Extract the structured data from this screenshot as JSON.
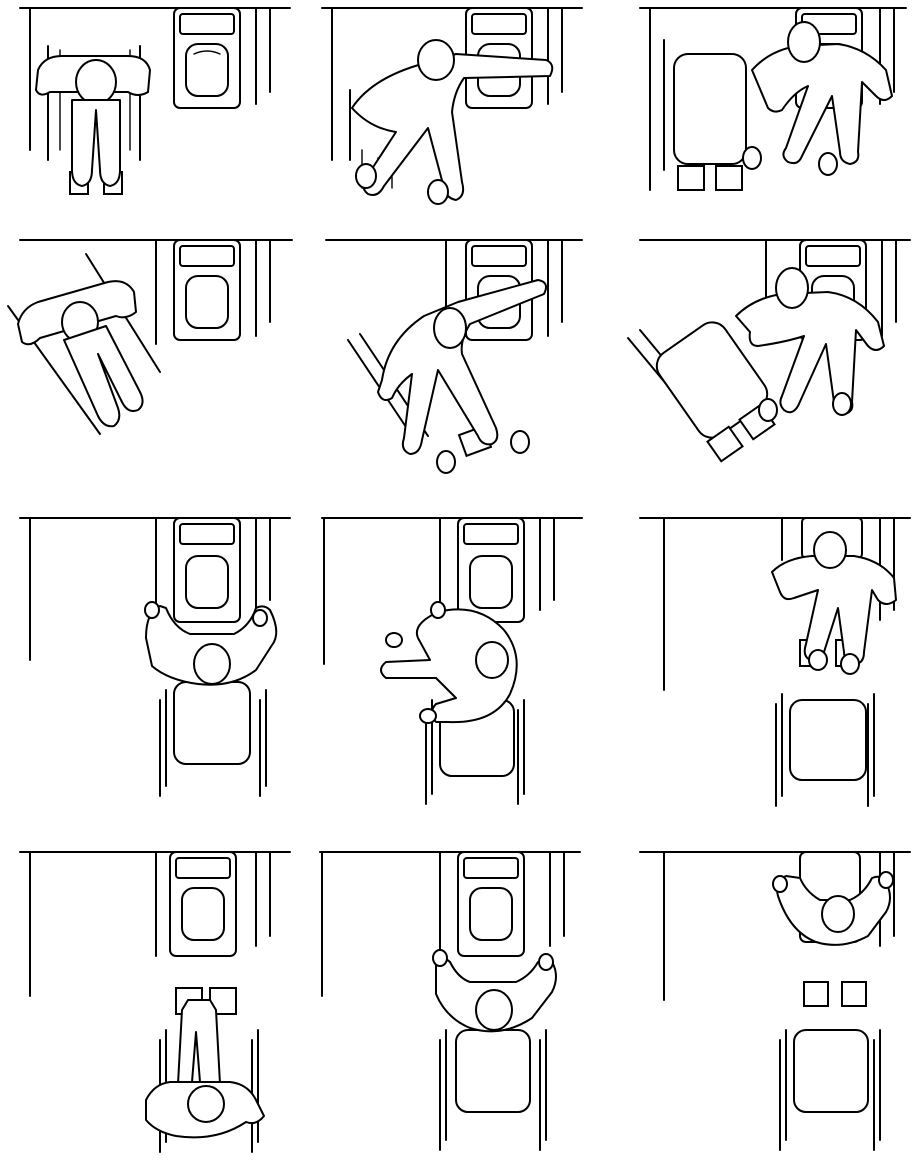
{
  "figure": {
    "rows": 4,
    "columns": 3,
    "panels": [
      {
        "id": "r1c1",
        "scene": "wheelchair-facing-wall"
      },
      {
        "id": "r1c2",
        "scene": "person-standing-reaching-grab-bar"
      },
      {
        "id": "r1c3",
        "scene": "person-turning-from-wheelchair"
      },
      {
        "id": "r2c1",
        "scene": "wheelchair-angled"
      },
      {
        "id": "r2c2",
        "scene": "person-stepping-angled"
      },
      {
        "id": "r2c3",
        "scene": "angled-wheelchair-person-transfer"
      },
      {
        "id": "r3c1",
        "scene": "seated-on-toilet-wheelchair-behind"
      },
      {
        "id": "r3c2",
        "scene": "seated-sideways-on-toilet"
      },
      {
        "id": "r3c3",
        "scene": "standing-in-front-of-toilet"
      },
      {
        "id": "r4c1",
        "scene": "wheelchair-backed-to-toilet"
      },
      {
        "id": "r4c2",
        "scene": "seated-on-toilet-wheelchair-behind-close"
      },
      {
        "id": "r4c3",
        "scene": "seated-on-toilet-wheelchair-separated"
      }
    ]
  }
}
